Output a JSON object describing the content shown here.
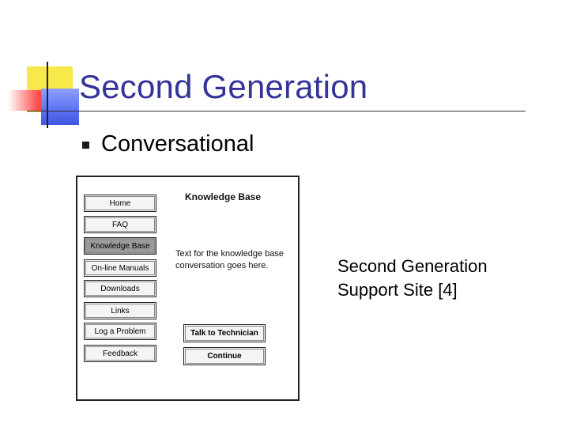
{
  "slide": {
    "title": "Second Generation",
    "bullet": "Conversational",
    "caption_line1": "Second Generation",
    "caption_line2": "Support Site [4]"
  },
  "site": {
    "nav": [
      "Home",
      "FAQ",
      "Knowledge Base",
      "On-line Manuals",
      "Downloads",
      "Links",
      "Log a Problem",
      "Feedback"
    ],
    "active_nav": "Knowledge Base",
    "heading": "Knowledge Base",
    "body_text": "Text for the knowledge base conversation goes here.",
    "talk_button": "Talk to Technician",
    "continue_button": "Continue"
  },
  "colors": {
    "title": "#33339a",
    "deco_yellow": "#f7e94c",
    "deco_red": "#ff3d3d",
    "deco_blue": "#5a72f0",
    "active_nav_bg": "#9a9a9a"
  }
}
